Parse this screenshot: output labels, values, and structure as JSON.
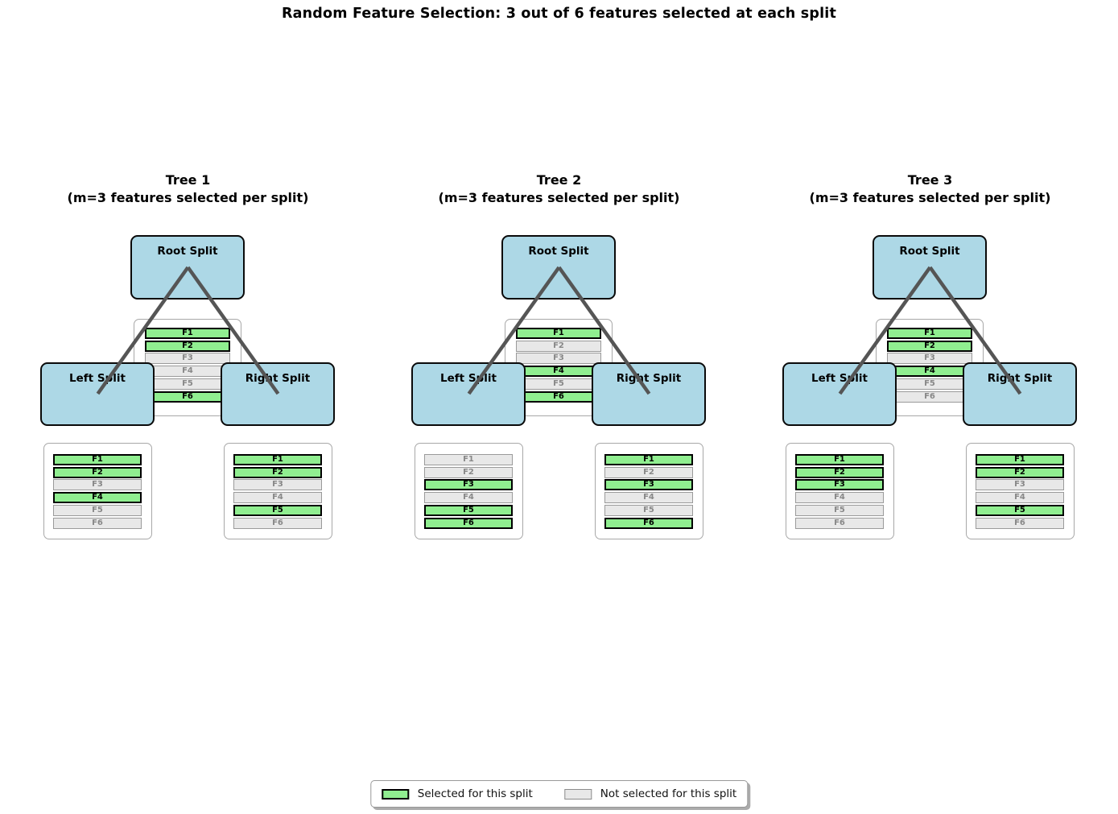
{
  "title": "Random Feature Selection: 3 out of 6 features selected at each split",
  "features": [
    "F1",
    "F2",
    "F3",
    "F4",
    "F5",
    "F6"
  ],
  "node_labels": {
    "root": "Root Split",
    "left": "Left Split",
    "right": "Right Split"
  },
  "legend": {
    "selected_label": "Selected for this split",
    "not_selected_label": "Not selected for this split"
  },
  "colors": {
    "selected_fill": "#90EE90",
    "unselected_fill": "#E8E8E8",
    "node_fill": "#ADD8E6",
    "edge_line": "#555555"
  },
  "trees": [
    {
      "title": "Tree 1",
      "subtitle": "(m=3 features selected per split)",
      "root": {
        "label": "Root Split",
        "selected": [
          "F1",
          "F2",
          "F6"
        ]
      },
      "left": {
        "label": "Left Split",
        "selected": [
          "F1",
          "F2",
          "F4"
        ]
      },
      "right": {
        "label": "Right Split",
        "selected": [
          "F1",
          "F2",
          "F5"
        ]
      }
    },
    {
      "title": "Tree 2",
      "subtitle": "(m=3 features selected per split)",
      "root": {
        "label": "Root Split",
        "selected": [
          "F1",
          "F4",
          "F6"
        ]
      },
      "left": {
        "label": "Left Split",
        "selected": [
          "F3",
          "F5",
          "F6"
        ]
      },
      "right": {
        "label": "Right Split",
        "selected": [
          "F1",
          "F3",
          "F6"
        ]
      }
    },
    {
      "title": "Tree 3",
      "subtitle": "(m=3 features selected per split)",
      "root": {
        "label": "Root Split",
        "selected": [
          "F1",
          "F2",
          "F4"
        ]
      },
      "left": {
        "label": "Left Split",
        "selected": [
          "F1",
          "F2",
          "F3"
        ]
      },
      "right": {
        "label": "Right Split",
        "selected": [
          "F1",
          "F2",
          "F5"
        ]
      }
    }
  ]
}
